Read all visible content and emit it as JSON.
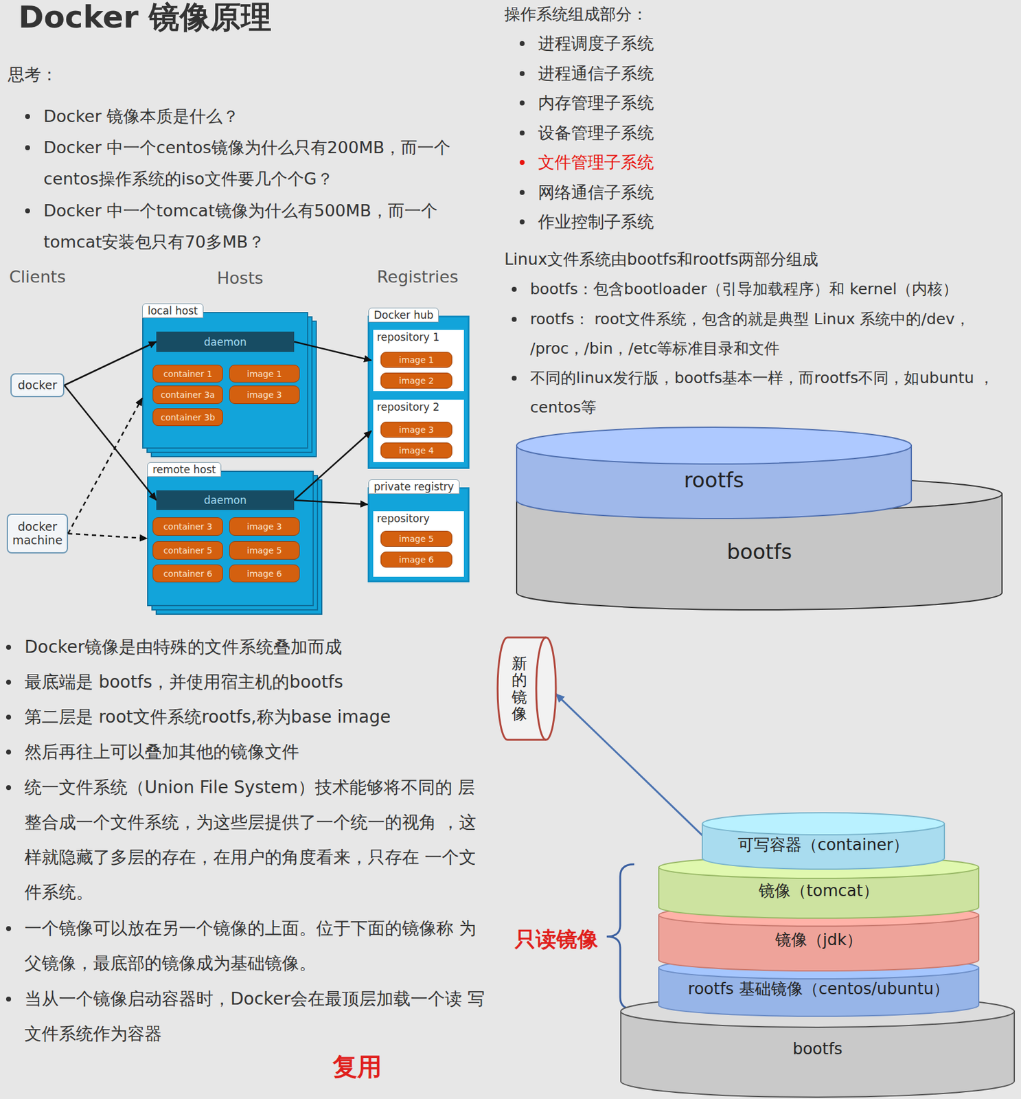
{
  "diagram": {
    "title": "Docker 镜像原理",
    "nodes": [
      {
        "text": [
          "docker"
        ]
      },
      {
        "text": [
          "docker machine"
        ]
      },
      {
        "text": [
          "local host"
        ]
      },
      {
        "text": [
          "daemon"
        ],
        "in": 2
      },
      {
        "text": [
          "container 1"
        ],
        "in": 2
      },
      {
        "text": [
          "container 3a"
        ],
        "in": 2
      },
      {
        "text": [
          "container 3b"
        ],
        "in": 2
      },
      {
        "text": [
          "image 1"
        ],
        "in": 2
      },
      {
        "text": [
          "image 3"
        ],
        "in": 2
      },
      {
        "text": [
          "remote host"
        ]
      },
      {
        "text": [
          "daemon"
        ],
        "in": 9
      },
      {
        "text": [
          "container 3"
        ],
        "in": 9
      },
      {
        "text": [
          "container 5"
        ],
        "in": 9
      },
      {
        "text": [
          "container 6"
        ],
        "in": 9
      },
      {
        "text": [
          "image 3"
        ],
        "in": 9
      },
      {
        "text": [
          "image 5"
        ],
        "in": 9
      },
      {
        "text": [
          "image 6"
        ],
        "in": 9
      },
      {
        "text": [
          "Docker hub"
        ]
      },
      {
        "text": [
          "repository 1"
        ],
        "in": 17
      },
      {
        "text": [
          "image 1"
        ],
        "in": 18
      },
      {
        "text": [
          "image 2"
        ],
        "in": 18
      },
      {
        "text": [
          "repository 2"
        ],
        "in": 17
      },
      {
        "text": [
          "image 3"
        ],
        "in": 21
      },
      {
        "text": [
          "image 4"
        ],
        "in": 21
      },
      {
        "text": [
          "private registry"
        ]
      },
      {
        "text": [
          "repository"
        ],
        "in": 24
      },
      {
        "text": [
          "image 5"
        ],
        "in": 25
      },
      {
        "text": [
          "image 6"
        ],
        "in": 25
      },
      {
        "text": [
          "rootfs"
        ]
      },
      {
        "text": [
          "bootfs"
        ]
      },
      {
        "text": [
          "新的镜像"
        ]
      },
      {
        "text": [
          "可写容器（container）"
        ]
      },
      {
        "text": [
          "镜像（tomcat）"
        ]
      },
      {
        "text": [
          "镜像（jdk）"
        ]
      },
      {
        "text": [
          "rootfs 基础镜像（centos/ubuntu）"
        ]
      },
      {
        "text": [
          "bootfs"
        ]
      }
    ],
    "edges": [
      {
        "from": 0,
        "to": 3,
        "arrow": "to"
      },
      {
        "from": 0,
        "to": 10,
        "arrow": "to"
      },
      {
        "from": 1,
        "to": 2,
        "arrow": "to"
      },
      {
        "from": 1,
        "to": 9,
        "arrow": "to"
      },
      {
        "from": 3,
        "to": 18,
        "arrow": "to"
      },
      {
        "from": 10,
        "to": 21,
        "arrow": "to"
      },
      {
        "from": 10,
        "to": 24,
        "arrow": "to"
      },
      {
        "from": 31,
        "to": 30,
        "arrow": "to"
      }
    ],
    "labels": [
      "思考：",
      "Docker 镜像本质是什么？",
      "Docker 中一个centos镜像为什么只有200MB，而一个 centos操作系统的iso文件要几个个G？",
      "Docker 中一个tomcat镜像为什么有500MB，而一个 tomcat安装包只有70多MB？",
      "Clients",
      "Hosts",
      "Registries",
      "操作系统组成部分：",
      "进程调度子系统",
      "进程通信子系统",
      "内存管理子系统",
      "设备管理子系统",
      "文件管理子系统",
      "网络通信子系统",
      "作业控制子系统",
      "Linux文件系统由bootfs和rootfs两部分组成",
      "bootfs：包含bootloader（引导加载程序）和 kernel（内核）",
      "rootfs： root文件系统，包含的就是典型 Linux 系统中的/dev， /proc，/bin，/etc等标准目录和文件",
      "不同的linux发行版，bootfs基本一样，而rootfs不同，如ubuntu ，centos等",
      "Docker镜像是由特殊的文件系统叠加而成",
      "最底端是 bootfs，并使用宿主机的bootfs",
      "第二层是 root文件系统rootfs,称为base image",
      "然后再往上可以叠加其他的镜像文件",
      "统一文件系统（Union File System）技术能够将不同的 层整合成一个文件系统，为这些层提供了一个统一的视角 ，这样就隐藏了多层的存在，在用户的角度看来，只存在 一个文件系统。",
      "一个镜像可以放在另一个镜像的上面。位于下面的镜像称 为父镜像，最底部的镜像成为基础镜像。",
      "当从一个镜像启动容器时，Docker会在最顶层加载一个读 写文件系统作为容器",
      "只读镜像",
      "复用"
    ]
  }
}
